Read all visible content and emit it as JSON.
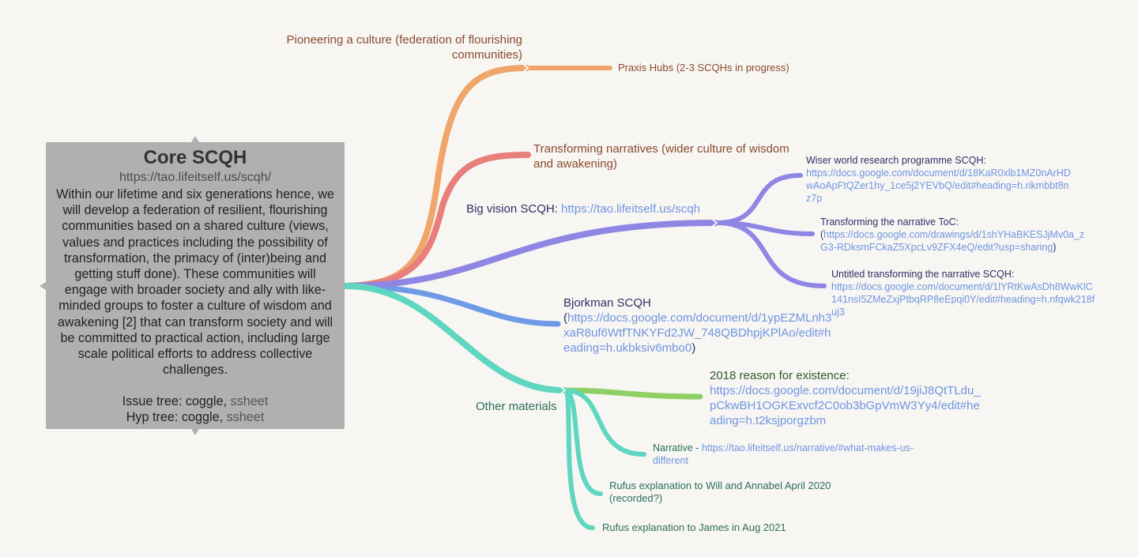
{
  "central": {
    "title": "Core SCQH",
    "url": "https://tao.lifeitself.us/scqh/",
    "body": "Within our lifetime and six generations hence, we will develop a federation of resilient, flourishing communities based on a shared culture (views, values and practices including the possibility of transformation, the primacy of (inter)being and getting stuff done). These communities will engage with broader society and ally with like-minded groups to foster a culture of wisdom and awakening [2] that can transform society and will be committed to practical action, including large scale political efforts to address collective challenges.",
    "issue_tree_label": "Issue tree: coggle, ",
    "issue_tree_link": "ssheet",
    "hyp_tree_label": "Hyp tree: coggle, ",
    "hyp_tree_link": "ssheet"
  },
  "branches": {
    "pioneering": {
      "line1": "Pioneering a culture (federation of flourishing",
      "line2": "communities)",
      "color": "#f0a66a",
      "child": "Praxis Hubs (2-3 SCQHs in progress)"
    },
    "transforming": {
      "line1": "Transforming narratives (wider culture of wisdom",
      "line2": "and awakening)",
      "color": "#e87f7b"
    },
    "big_vision": {
      "label": "Big vision SCQH: ",
      "link": "https://tao.lifeitself.us/scqh",
      "color": "#8f86e3",
      "children": {
        "wiser": {
          "title": "Wiser world research programme SCQH:",
          "link1": "https://docs.google.com/document/d/18KaR0xlb1MZ0nArHD",
          "link2": "wAoApFtQZer1hy_1ce5j2YEVbQ/edit#heading=h.rikmbbt8n",
          "link3": "z7p"
        },
        "toc": {
          "title": "Transforming the narrative ToC:",
          "paren_open": "(",
          "link1": "https://docs.google.com/drawings/d/1shYHaBKESJjMv0a_z",
          "link2": "G3-RDksmFCkaZ5XpcLv9ZFX4eQ/edit?usp=sharing",
          "paren_close": ")"
        },
        "untitled": {
          "title": "Untitled transforming the narrative SCQH:",
          "link1": "https://docs.google.com/document/d/1lYRtKwAsDh8WwKlC",
          "link2": "141nsI5ZMeZxjPtbqRP8eEpqi0Y/edit#heading=h.nfqwk218f",
          "link3": "uj3"
        }
      }
    },
    "bjorkman": {
      "title": "Bjorkman SCQH",
      "paren_open": "(",
      "link1": "https://docs.google.com/document/d/1ypEZMLnh3",
      "link2": "xaR8uf6WtfTNKYFd2JW_748QBDhpjKPlAo/edit#h",
      "link3": "eading=h.ukbksiv6mbo0",
      "paren_close": ")",
      "color": "#6f9be6"
    },
    "other": {
      "label": "Other materials",
      "color": "#5fd6c0",
      "children": {
        "reason": {
          "title": "2018 reason for existence:",
          "link1": "https://docs.google.com/document/d/19jiJ8QtTLdu_",
          "link2": "pCkwBH1OGKExvcf2C0ob3bGpVmW3Yy4/edit#he",
          "link3": "ading=h.t2ksjporgzbm",
          "color": "#8ed063"
        },
        "narrative": {
          "label": "Narrative - ",
          "link1": "https://tao.lifeitself.us/narrative/#what-makes-us-",
          "link2": "different"
        },
        "rufus_will": {
          "line1": "Rufus explanation to Will and Annabel April 2020",
          "line2": "(recorded?)"
        },
        "rufus_james": {
          "label": "Rufus explanation to James in Aug 2021"
        }
      }
    }
  }
}
